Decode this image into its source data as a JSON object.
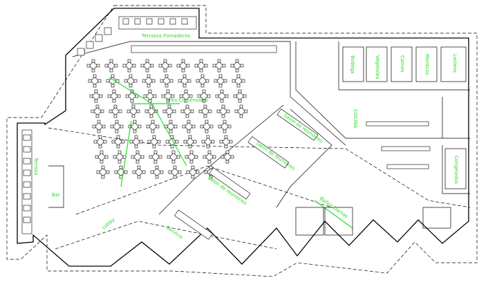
{
  "plan": {
    "labels": {
      "terrazza_fornaderos": "Terrazza Fornaderos",
      "area_comensales": "Area Comensales",
      "salon_privado_1": "Salon de reuniones",
      "salon_privado_2": "Salon de reuniones",
      "salon_privado_3": "Salon de reuniones",
      "terraza_left": "Terraza",
      "bar": "Bar",
      "lobby": "Lobby",
      "cocina": "COCINA",
      "bodega": "Bodega",
      "vegetales": "Vegetales",
      "carnes": "Carnes",
      "mariscos": "Mariscos",
      "congelados": "Congelados",
      "lacteos": "Lacteos",
      "banos_damas": "Baños Damas",
      "banos": "Servicio"
    }
  }
}
